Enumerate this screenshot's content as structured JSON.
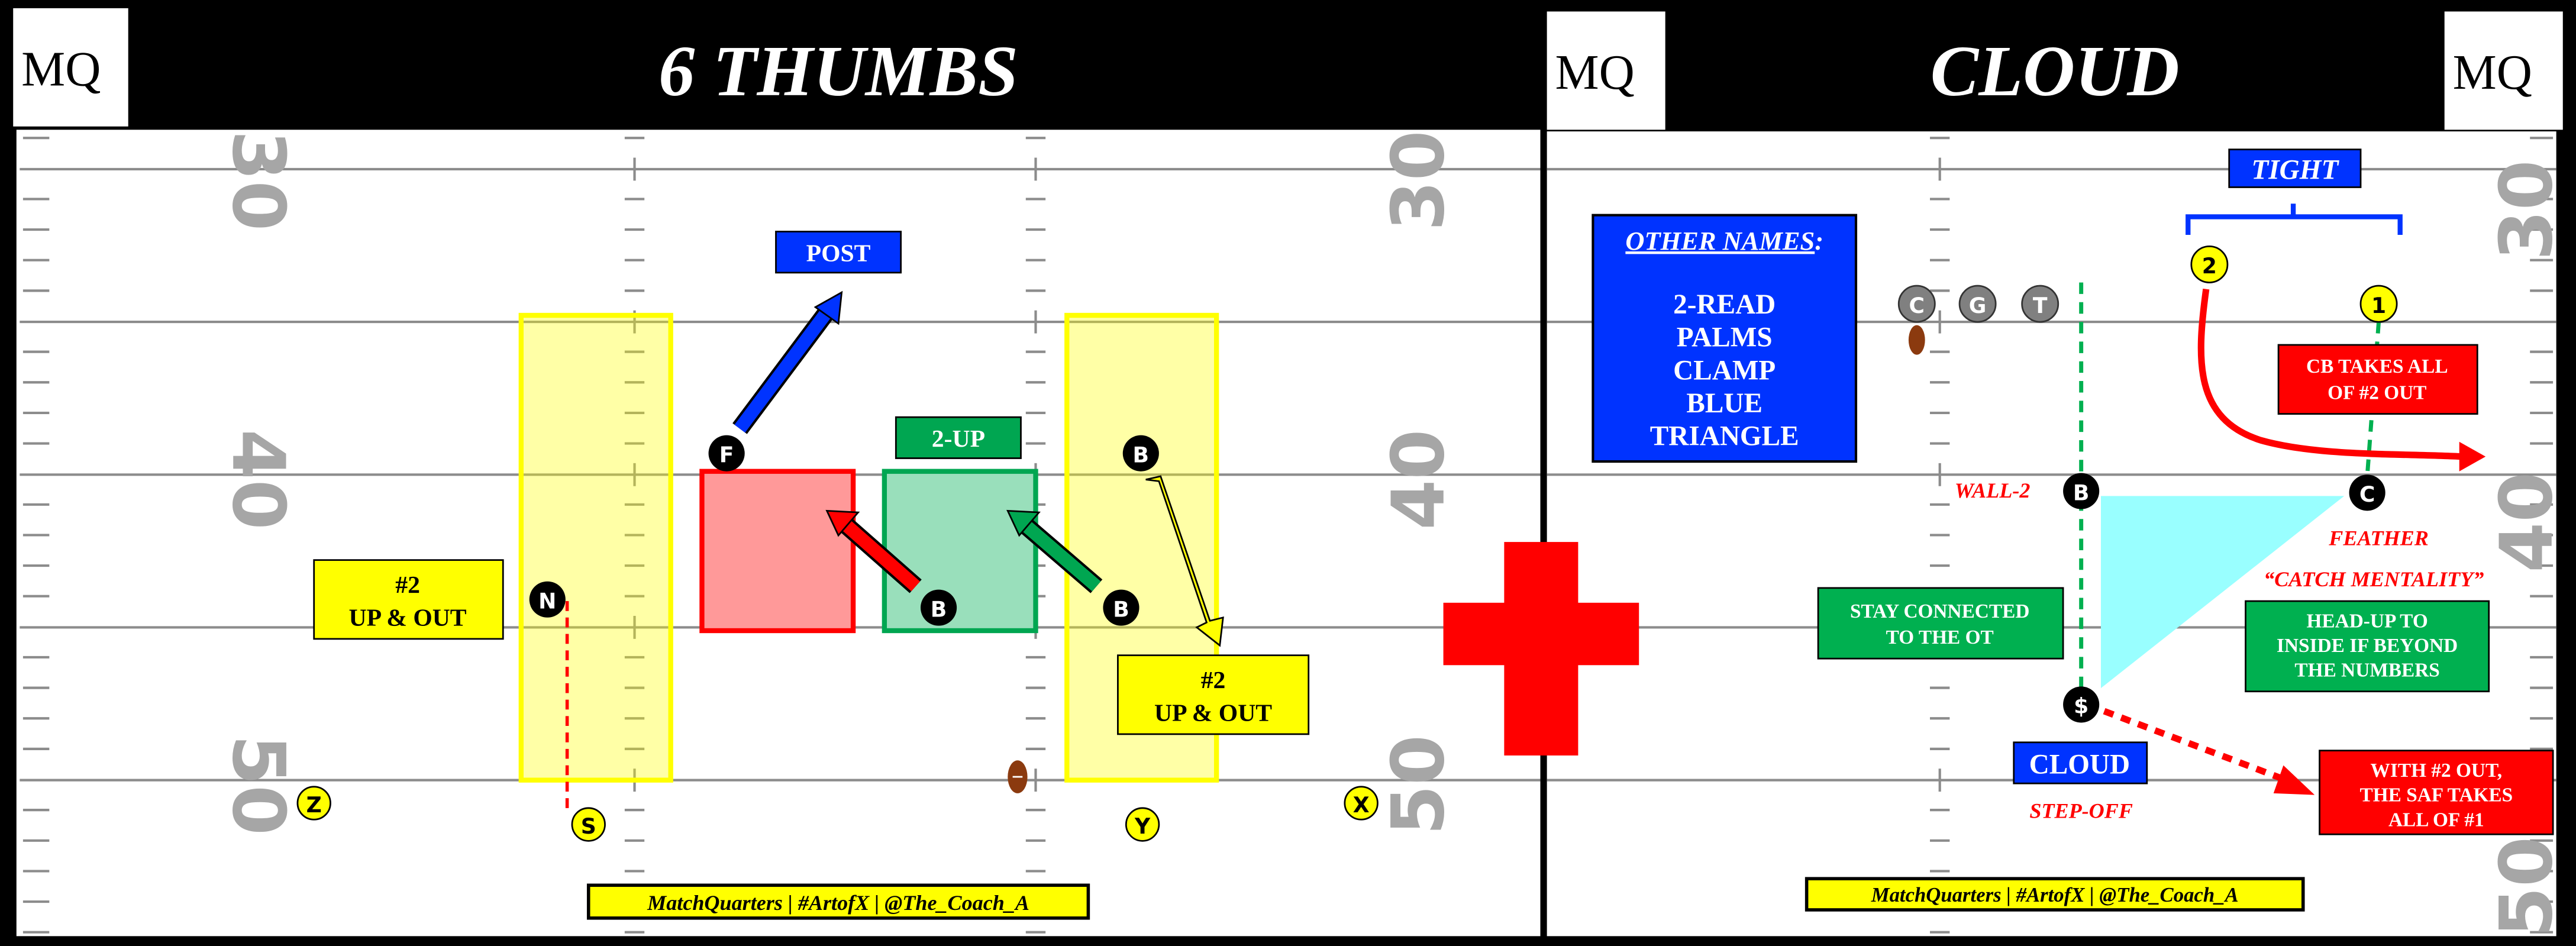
{
  "left_panel": {
    "title": "6 THUMBS",
    "logo": "MQ",
    "labels": {
      "post": "POST",
      "two_up": "2-UP",
      "left_box": [
        "#2",
        "UP & OUT"
      ],
      "right_box": [
        "#2",
        "UP & OUT"
      ]
    },
    "players": {
      "f": "F",
      "b1": "B",
      "b2": "B",
      "b3": "B",
      "n": "N",
      "s": "S",
      "z": "Z",
      "y": "Y",
      "x": "X"
    },
    "footer": "MatchQuarters | #ArtofX | @The_Coach_A"
  },
  "right_panel": {
    "title": "CLOUD",
    "logo_left": "MQ",
    "logo_right": "MQ",
    "other_names": {
      "heading": "OTHER NAMES",
      "colon": ":",
      "items": [
        "2-READ",
        "PALMS",
        "CLAMP",
        "BLUE",
        "TRIANGLE"
      ]
    },
    "tight": "TIGHT",
    "players": {
      "c_line": "C",
      "g": "G",
      "t": "T",
      "b": "B",
      "safety": "$",
      "c": "C",
      "two": "2",
      "one": "1"
    },
    "cb_box": [
      "CB TAKES ALL",
      "OF #2 OUT"
    ],
    "wall": "WALL-2",
    "feather": "FEATHER",
    "catch": "“CATCH MENTALITY”",
    "stay_box": [
      "STAY CONNECTED",
      "TO THE OT"
    ],
    "headup_box": [
      "HEAD-UP TO",
      "INSIDE IF BEYOND",
      "THE NUMBERS"
    ],
    "cloud_label": "CLOUD",
    "step_off": "STEP-OFF",
    "saf_box": [
      "WITH #2 OUT,",
      "THE SAF TAKES",
      "ALL OF #1"
    ],
    "footer": "MatchQuarters | #ArtofX | @The_Coach_A"
  },
  "field": {
    "numbers": [
      "30",
      "40",
      "50"
    ]
  },
  "colors": {
    "blue": "#0033ff",
    "green": "#00b050",
    "red": "#ff0000",
    "yellow": "#ffff00",
    "cyan": "#99ffff",
    "field_line": "#8c8c8c"
  }
}
